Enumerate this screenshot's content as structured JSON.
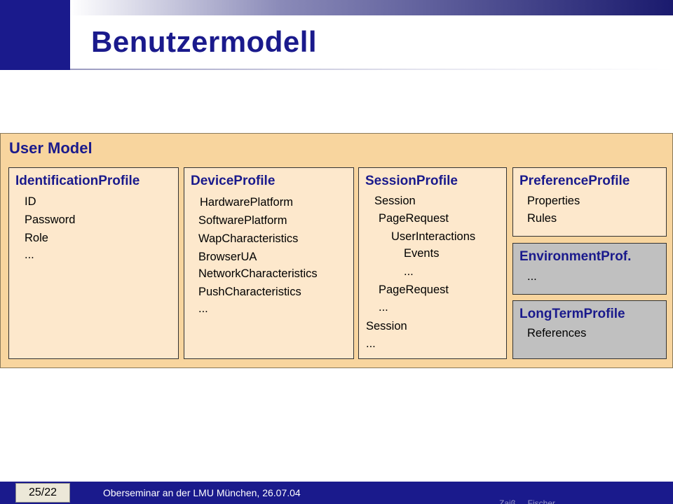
{
  "slide": {
    "title": "Benutzermodell"
  },
  "user_model": {
    "title": "User Model",
    "profiles": [
      {
        "title": "IdentificationProfile",
        "lines": [
          "ID",
          "Password",
          "Role",
          "..."
        ]
      },
      {
        "title": "DeviceProfile",
        "lines": [
          "HardwarePlatform",
          "SoftwarePlatform",
          "WapCharacteristics",
          "BrowserUA",
          "NetworkCharacteristics",
          "PushCharacteristics",
          "..."
        ]
      },
      {
        "title": "SessionProfile",
        "lines": [
          "Session",
          "PageRequest",
          "UserInteractions",
          "Events",
          "...",
          "PageRequest",
          "...",
          "Session",
          "..."
        ]
      },
      {
        "title": "PreferenceProfile",
        "lines": [
          "Properties",
          "Rules"
        ]
      },
      {
        "title": "EnvironmentProf.",
        "lines": [
          "..."
        ]
      },
      {
        "title": "LongTermProfile",
        "lines": [
          "References"
        ]
      }
    ]
  },
  "footer": {
    "page": "25/22",
    "text": "Oberseminar an der LMU München, 26.07.04",
    "author": "Zaiß..., Fischer"
  },
  "colors": {
    "accent": "#1a1a8c",
    "user_model_bg": "#f8d59e",
    "profile_bg": "#fde8cc",
    "profile_grey_bg": "#c0c0c0"
  }
}
